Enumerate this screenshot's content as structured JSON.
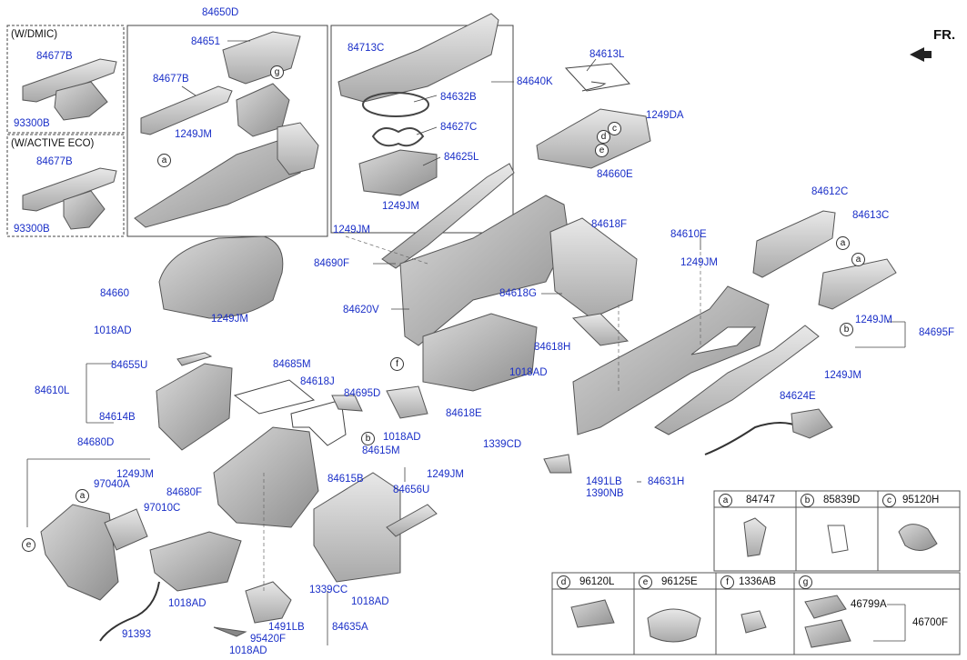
{
  "orientation_label": "FR.",
  "variants": {
    "dmic_title": "(W/DMIC)",
    "active_eco_title": "(W/ACTIVE ECO)",
    "dmic_parts": [
      "84677B",
      "93300B"
    ],
    "active_eco_parts": [
      "84677B",
      "93300B"
    ]
  },
  "parts": {
    "p84650D": "84650D",
    "p84651": "84651",
    "p84677B": "84677B",
    "p1249JM_a": "1249JM",
    "p84713C": "84713C",
    "p84632B": "84632B",
    "p84627C": "84627C",
    "p84625L": "84625L",
    "p1249JM_b": "1249JM",
    "p84640K": "84640K",
    "p84613L": "84613L",
    "p1249DA": "1249DA",
    "p84660E": "84660E",
    "p1249JM_c": "1249JM",
    "p84690F": "84690F",
    "p84618F": "84618F",
    "p84610E": "84610E",
    "p1249JM_d": "1249JM",
    "p84612C": "84612C",
    "p84613C": "84613C",
    "p84660": "84660",
    "p84620V": "84620V",
    "p84618G": "84618G",
    "p1018AD_a": "1018AD",
    "p1249JM_e": "1249JM",
    "p1249JM_f": "1249JM",
    "p84695F": "84695F",
    "p84618H": "84618H",
    "p84655U": "84655U",
    "p84610L": "84610L",
    "p84614B": "84614B",
    "p84685M": "84685M",
    "p84618J": "84618J",
    "p84695D": "84695D",
    "p1018AD_b": "1018AD",
    "p84618E": "84618E",
    "p1018AD_c": "1018AD",
    "p1249JM_g": "1249JM",
    "p84624E": "84624E",
    "p84680D": "84680D",
    "p1249JM_h": "1249JM",
    "p97040A": "97040A",
    "p97010C": "97010C",
    "p84615M": "84615M",
    "p1339CD": "1339CD",
    "p84680F": "84680F",
    "p84615B": "84615B",
    "p84656U": "84656U",
    "p1249JM_i": "1249JM",
    "p1491LB_a": "1491LB",
    "p84631H": "84631H",
    "p1390NB": "1390NB",
    "p1018AD_d": "1018AD",
    "p1339CC": "1339CC",
    "p1018AD_e": "1018AD",
    "p91393": "91393",
    "p1491LB_b": "1491LB",
    "p84635A": "84635A",
    "p95420F": "95420F",
    "p1018AD_f": "1018AD"
  },
  "legend": [
    {
      "letter": "a",
      "part": "84747"
    },
    {
      "letter": "b",
      "part": "85839D"
    },
    {
      "letter": "c",
      "part": "95120H"
    },
    {
      "letter": "d",
      "part": "96120L"
    },
    {
      "letter": "e",
      "part": "96125E"
    },
    {
      "letter": "f",
      "part": "1336AB"
    },
    {
      "letter": "g",
      "part_a": "46799A",
      "part_b": "46700F"
    }
  ],
  "callouts": [
    "a",
    "b",
    "c",
    "d",
    "e",
    "f",
    "g"
  ]
}
